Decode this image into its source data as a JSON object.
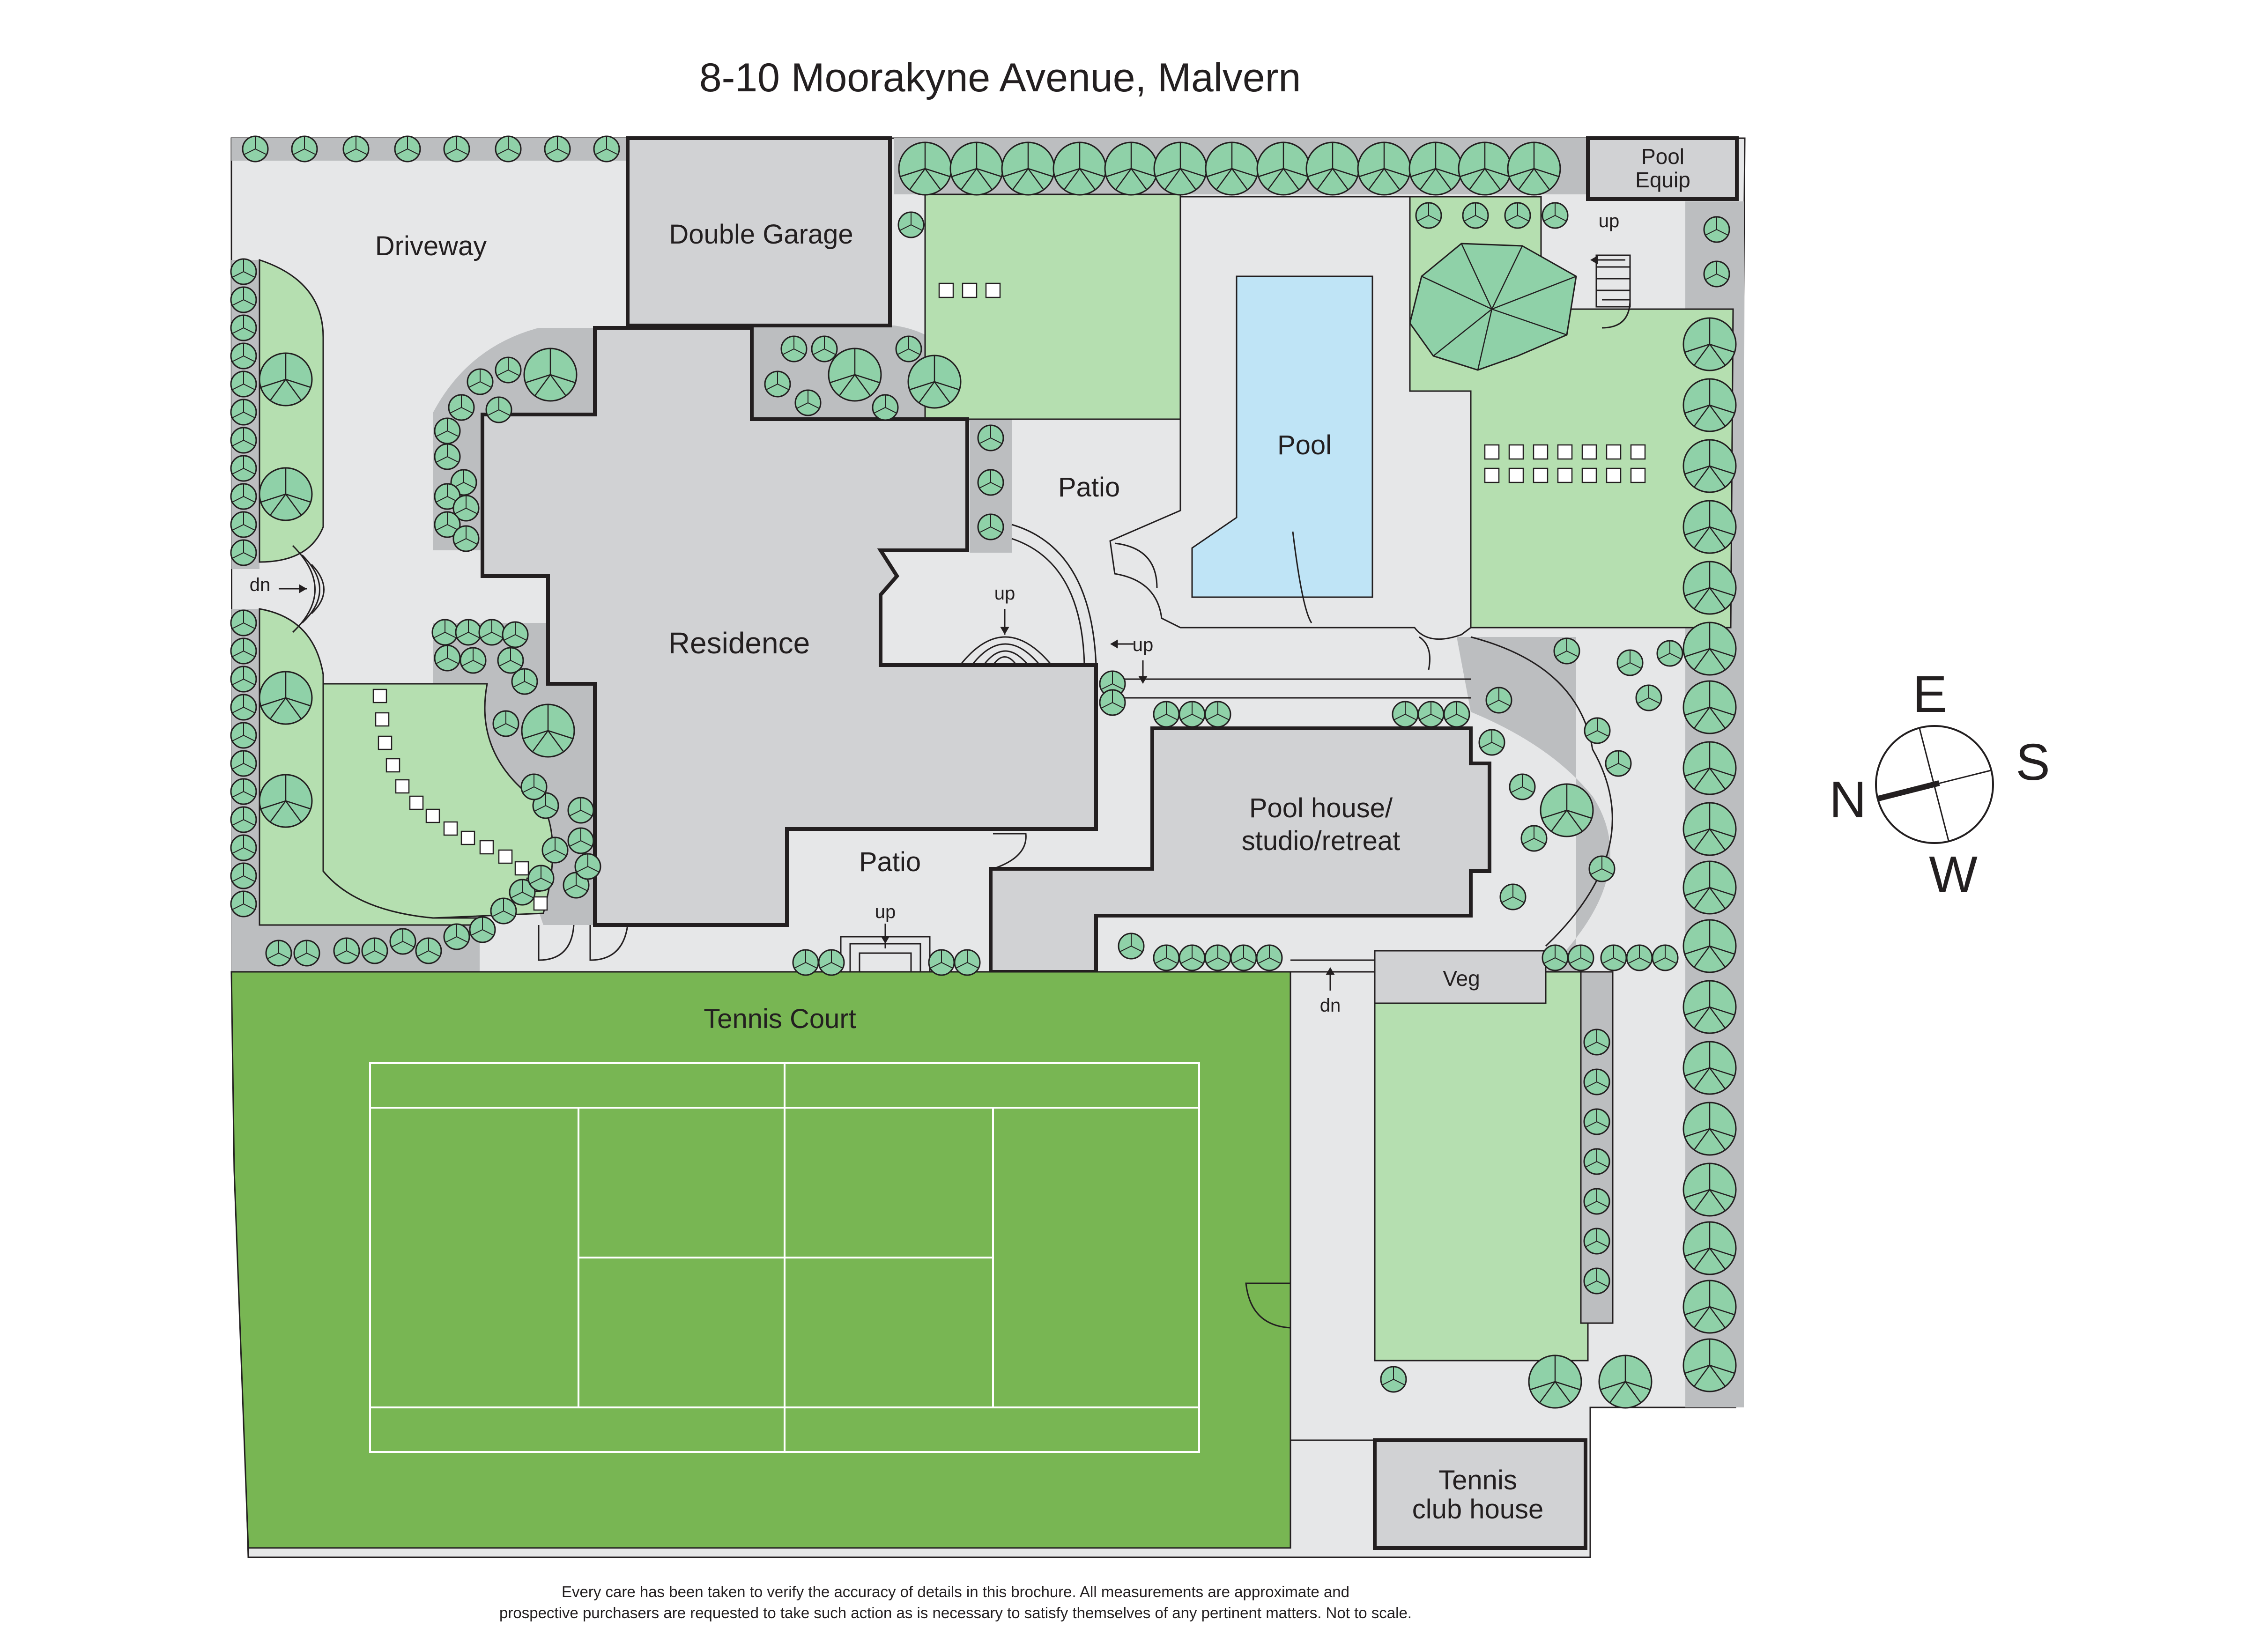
{
  "title": "8-10 Moorakyne Avenue, Malvern",
  "labels": {
    "driveway": "Driveway",
    "double_garage": "Double Garage",
    "residence": "Residence",
    "patio_upper": "Patio",
    "patio_lower": "Patio",
    "pool": "Pool",
    "pool_equip_1": "Pool",
    "pool_equip_2": "Equip",
    "pool_house_1": "Pool house/",
    "pool_house_2": "studio/retreat",
    "veg": "Veg",
    "tennis_court": "Tennis Court",
    "tennis_club_1": "Tennis",
    "tennis_club_2": "club house"
  },
  "stairs": {
    "dn_driveway": "dn",
    "up_pool_equip": "up",
    "up_residence": "up",
    "up_patio_steps": "up",
    "up_walkway": "up",
    "up_patio_lower": "up",
    "dn_veg": "dn"
  },
  "compass": {
    "e": "E",
    "s": "S",
    "w": "W",
    "n": "N"
  },
  "disclaimer": {
    "line1": "Every care has been taken to verify the accuracy of details in this brochure. All measurements are approximate and",
    "line2": "prospective purchasers are requested to take such action as is necessary to satisfy themselves of any pertinent matters. Not to scale."
  },
  "colors": {
    "paving": "#e6e7e8",
    "building": "#d1d2d4",
    "garden_bed": "#bcbec0",
    "lawn": "#b5dfb0",
    "tree": "#8fd1a8",
    "court": "#78b653",
    "pool": "#bfe4f6",
    "outline": "#231f20"
  }
}
